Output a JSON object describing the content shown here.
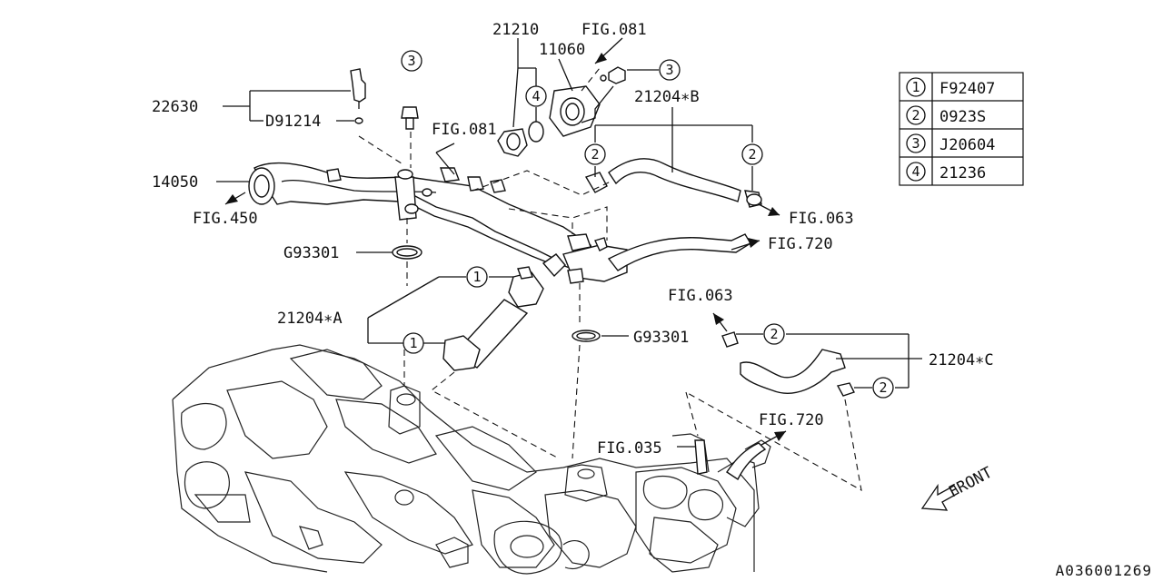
{
  "labels": {
    "p22630": "22630",
    "d91214": "D91214",
    "p14050": "14050",
    "fig450": "FIG.450",
    "g93301_top": "G93301",
    "p21204a": "21204∗A",
    "p21210": "21210",
    "fig081_top": "FIG.081",
    "p11060": "11060",
    "fig081_mid": "FIG.081",
    "p21204b": "21204∗B",
    "fig063_right": "FIG.063",
    "fig720_right": "FIG.720",
    "fig063_mid": "FIG.063",
    "g93301_mid": "G93301",
    "p21204c": "21204∗C",
    "fig035": "FIG.035",
    "fig720_bottom": "FIG.720",
    "front": "FRONT"
  },
  "callouts": {
    "n1": "1",
    "n2": "2",
    "n3": "3",
    "n4": "4"
  },
  "legend": [
    {
      "num": "1",
      "code": "F92407"
    },
    {
      "num": "2",
      "code": "0923S"
    },
    {
      "num": "3",
      "code": "J20604"
    },
    {
      "num": "4",
      "code": "21236"
    }
  ],
  "diagram_code": "A036001269"
}
